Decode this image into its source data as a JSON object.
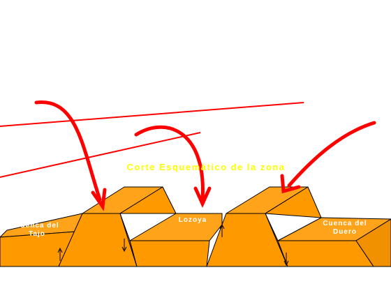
{
  "title": "Corte Esquemático de la zona",
  "labels": {
    "tajo": "Cuenca del\nTajo",
    "lozoya": "Lozoya",
    "duero": "Cuenca del\nDuero"
  },
  "colors": {
    "block_fill": "#ff9900",
    "block_fill_top": "#ffa31a",
    "outline": "#000000",
    "arrow": "#ff0000",
    "ray": "#ff0000",
    "title": "#ffff00",
    "basin_label": "#ffffff"
  }
}
